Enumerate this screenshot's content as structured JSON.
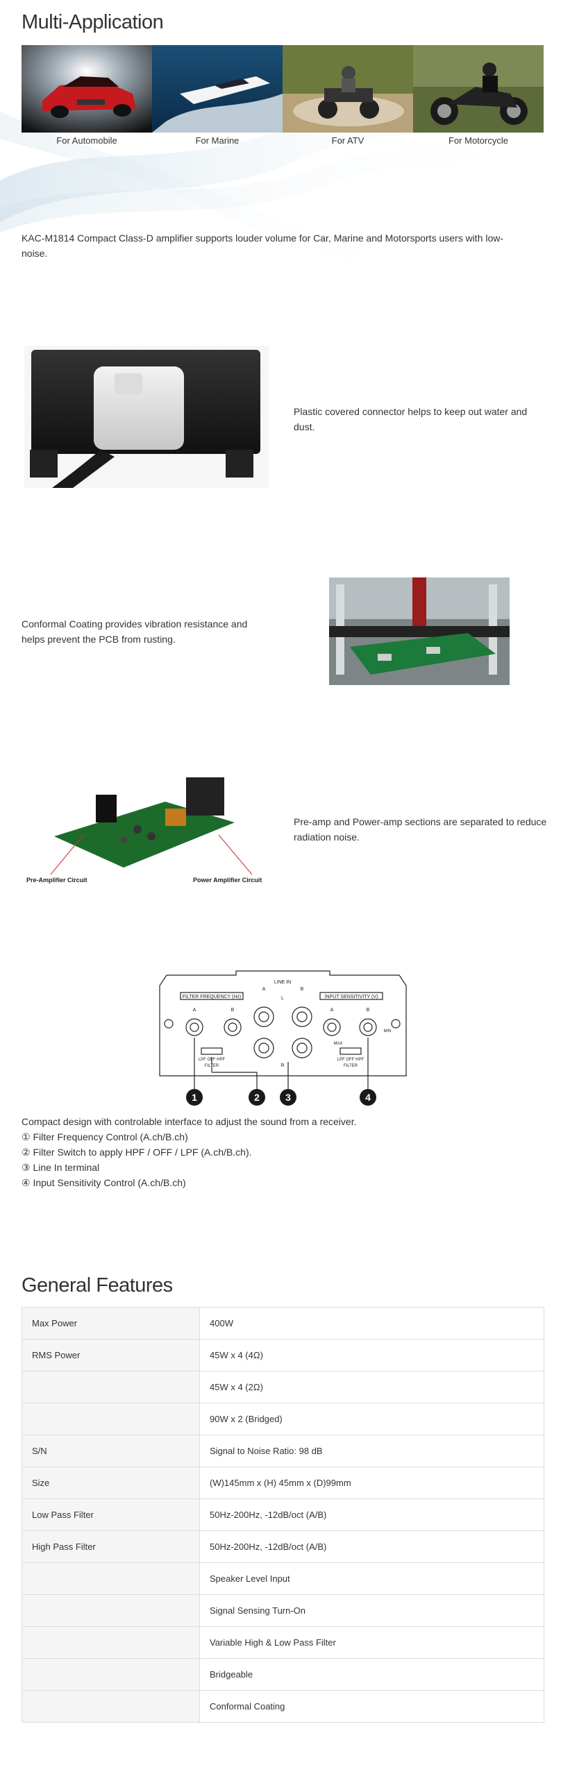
{
  "multi_app": {
    "title": "Multi-Application",
    "items": [
      {
        "label": "For Automobile"
      },
      {
        "label": "For Marine"
      },
      {
        "label": "For ATV"
      },
      {
        "label": "For Motorcycle"
      }
    ]
  },
  "intro": "KAC-M1814 Compact Class-D amplifier supports louder volume for Car, Marine and Motorsports users with low-noise.",
  "features_blocks": {
    "connector": "Plastic covered connector helps to keep out water and dust.",
    "coating": "Conformal Coating provides vibration resistance and helps prevent the PCB from rusting.",
    "separated": "Pre-amp and Power-amp sections are separated to reduce radiation noise.",
    "pcb_labels": {
      "pre": "Pre-Amplifier Circuit",
      "power": "Power Amplifier Circuit"
    }
  },
  "panel": {
    "labels": {
      "line_in": "LINE IN",
      "filter_freq": "FILTER FREQUENCY (Hz)",
      "input_sens": "INPUT SENSITIVITY (V)",
      "a": "A",
      "b": "B",
      "l": "L",
      "r": "R",
      "filter_a": "FILTER",
      "filter_b": "FILTER",
      "switch": "LPF OFF HPF",
      "max": "MAX",
      "min": "MIN"
    },
    "callouts": [
      "1",
      "2",
      "3",
      "4"
    ]
  },
  "design": {
    "lead": "Compact design with controlable interface to adjust the sound from a receiver.",
    "items": [
      "① Filter Frequency Control (A.ch/B.ch)",
      "② Filter Switch to apply HPF / OFF / LPF (A.ch/B.ch).",
      "③ Line In terminal",
      "④ Input Sensitivity Control (A.ch/B.ch)"
    ]
  },
  "general": {
    "title": "General Features",
    "rows": [
      {
        "k": "Max Power",
        "v": "400W"
      },
      {
        "k": "RMS Power",
        "v": "45W x 4 (4Ω)"
      },
      {
        "k": "",
        "v": "45W x 4 (2Ω)"
      },
      {
        "k": "",
        "v": "90W x 2 (Bridged)"
      },
      {
        "k": "S/N",
        "v": "Signal to Noise Ratio: 98 dB"
      },
      {
        "k": "Size",
        "v": "(W)145mm x (H) 45mm x (D)99mm"
      },
      {
        "k": "Low Pass Filter",
        "v": "50Hz-200Hz, -12dB/oct (A/B)"
      },
      {
        "k": "High Pass Filter",
        "v": "50Hz-200Hz, -12dB/oct (A/B)"
      },
      {
        "k": "",
        "v": "Speaker Level Input"
      },
      {
        "k": "",
        "v": "Signal Sensing Turn-On"
      },
      {
        "k": "",
        "v": "Variable High & Low Pass Filter"
      },
      {
        "k": "",
        "v": "Bridgeable"
      },
      {
        "k": "",
        "v": "Conformal Coating"
      }
    ]
  }
}
